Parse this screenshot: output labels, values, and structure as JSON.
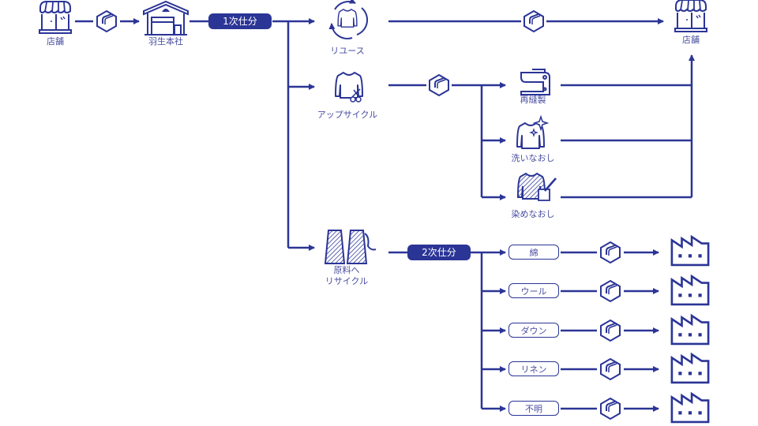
{
  "colors": {
    "primary": "#2b3596",
    "label": "#4a4ea0",
    "background": "#ffffff"
  },
  "nodes": {
    "store_start": {
      "label": "店舗",
      "icon": "store-icon"
    },
    "hq": {
      "label": "羽生本社",
      "icon": "warehouse-icon"
    },
    "sort1": {
      "label": "1次仕分"
    },
    "reuse": {
      "label": "リユース",
      "icon": "reuse-shirt-icon"
    },
    "upcycle": {
      "label": "アップサイクル",
      "icon": "shirt-scissors-icon"
    },
    "resew": {
      "label": "再縫製",
      "icon": "sewing-machine-icon"
    },
    "rewash": {
      "label": "洗いなおし",
      "icon": "sparkle-shirt-icon"
    },
    "redye": {
      "label": "染めなおし",
      "icon": "dyed-shirt-icon"
    },
    "store_end": {
      "label": "店舗",
      "icon": "store-icon"
    },
    "recycle": {
      "label_line1": "原料へ",
      "label_line2": "リサイクル",
      "icon": "thread-spools-icon"
    },
    "sort2": {
      "label": "2次仕分"
    }
  },
  "materials": [
    {
      "label": "綿",
      "icon": "factory-icon"
    },
    {
      "label": "ウール",
      "icon": "factory-icon"
    },
    {
      "label": "ダウン",
      "icon": "factory-icon"
    },
    {
      "label": "リネン",
      "icon": "factory-icon"
    },
    {
      "label": "不明",
      "icon": "factory-icon"
    }
  ],
  "transport_icon": "package-icon"
}
